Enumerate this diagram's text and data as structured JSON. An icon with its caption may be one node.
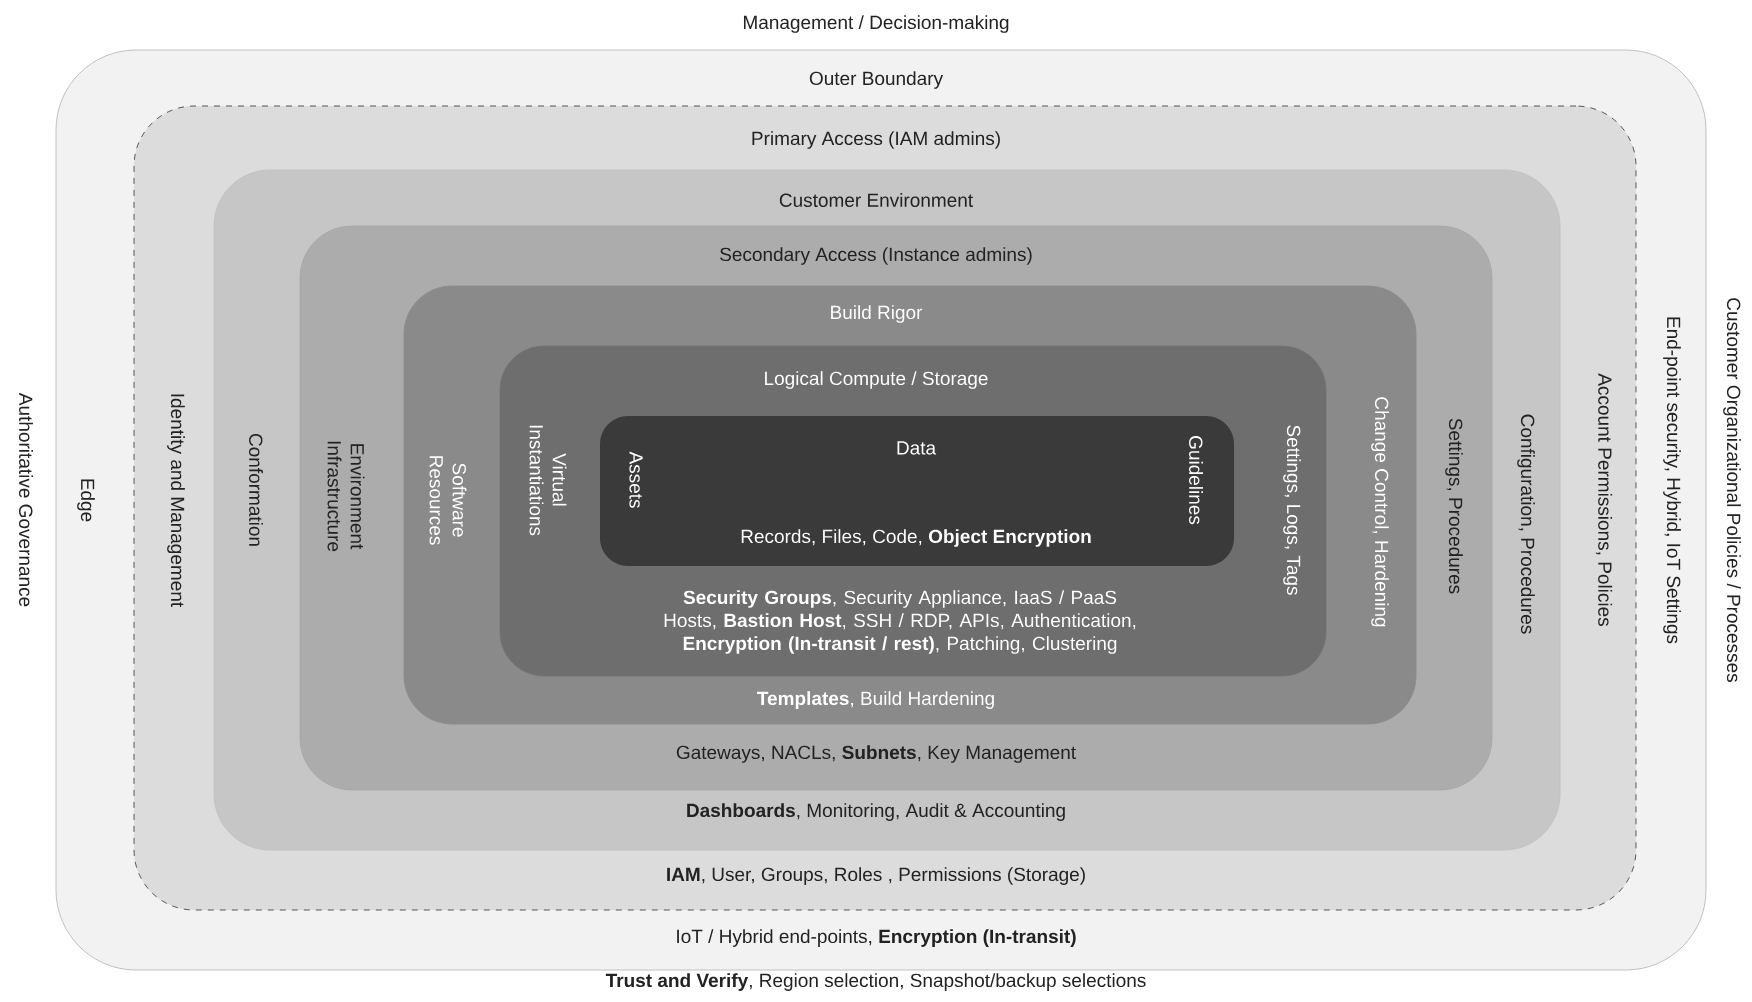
{
  "diagram": {
    "nodes": [
      {
        "text": [
          "Management / Decision-making",
          "Outer Boundary",
          "Authoritative Governance",
          "Edge",
          "End-point security, Hybrid, IoT Settings",
          "Customer Organizational Policies / Processes",
          "IoT / Hybrid end-points, **Encryption (In-transit)**",
          "**Trust and Verify**, Region selection, Snapshot/backup selections"
        ]
      },
      {
        "text": [
          "Primary Access (IAM admins)",
          "Identity and Management",
          "Account Permissions, Policies",
          "**IAM**, User, Groups, Roles , Permissions (Storage)"
        ],
        "in": 0
      },
      {
        "text": [
          "Customer Environment",
          "Conformation",
          "Configuration, Procedures",
          "**Dashboards**, Monitoring, Audit & Accounting"
        ],
        "in": 1
      },
      {
        "text": [
          "Secondary Access (Instance admins)",
          "Environment Infrastructure",
          "Settings, Procedures",
          "Gateways, NACLs, **Subnets**, Key Management"
        ],
        "in": 2
      },
      {
        "text": [
          "Build Rigor",
          "Software Resources",
          "Change Control, Hardening",
          "**Templates**, Build Hardening"
        ],
        "in": 3
      },
      {
        "text": [
          "Logical Compute / Storage",
          "Virtual Instantiations",
          "Settings, Logs, Tags",
          "**Security Groups**, Security Appliance, IaaS / PaaS Hosts, **Bastion Host**, SSH / RDP, APIs, Authentication, **Encryption (In-transit / rest)**, Patching, Clustering"
        ],
        "in": 4
      },
      {
        "text": [
          "Data",
          "Assets",
          "Guidelines",
          "Records, Files, Code, **Object Encryption**"
        ],
        "in": 5
      }
    ]
  }
}
